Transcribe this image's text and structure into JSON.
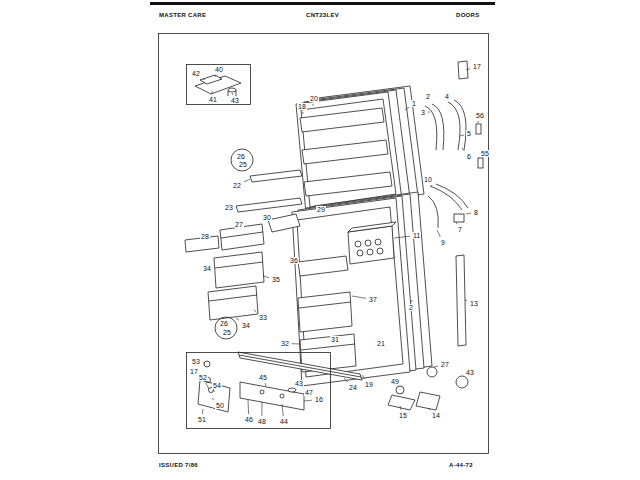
{
  "diagram": {
    "labels": [
      "MASTER CARE",
      "CNT23LEV",
      "DOORS",
      "17",
      "42",
      "40",
      "41",
      "43",
      "18",
      "20",
      "1",
      "2",
      "3",
      "4",
      "56",
      "5",
      "6",
      "55",
      "26",
      "25",
      "22",
      "23",
      "10",
      "8",
      "7",
      "9",
      "29",
      "27",
      "30",
      "28",
      "11",
      "34",
      "36",
      "35",
      "37",
      "13",
      "2",
      "33",
      "34",
      "26",
      "25",
      "32",
      "31",
      "21",
      "19",
      "24",
      "53",
      "17",
      "52",
      "54",
      "50",
      "51",
      "45",
      "43",
      "47",
      "16",
      "48",
      "46",
      "44",
      "27",
      "43",
      "49",
      "15",
      "14",
      "ISSUED 7/86",
      "A-44-72"
    ]
  }
}
